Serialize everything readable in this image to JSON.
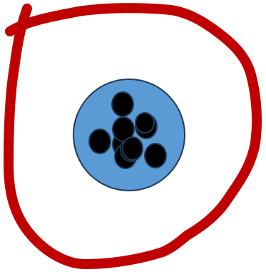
{
  "figure": {
    "background_color": "#ffffff",
    "outline": {
      "shape": "hand-drawn-loop",
      "color": "#c00000"
    },
    "core": {
      "shape": "circle",
      "fill": "#5b9bd5",
      "stroke": "#1f3a5a"
    },
    "particles": {
      "count": 10,
      "shape": "ellipse",
      "fill": "#000000",
      "stroke": "#1f3a5a"
    }
  }
}
